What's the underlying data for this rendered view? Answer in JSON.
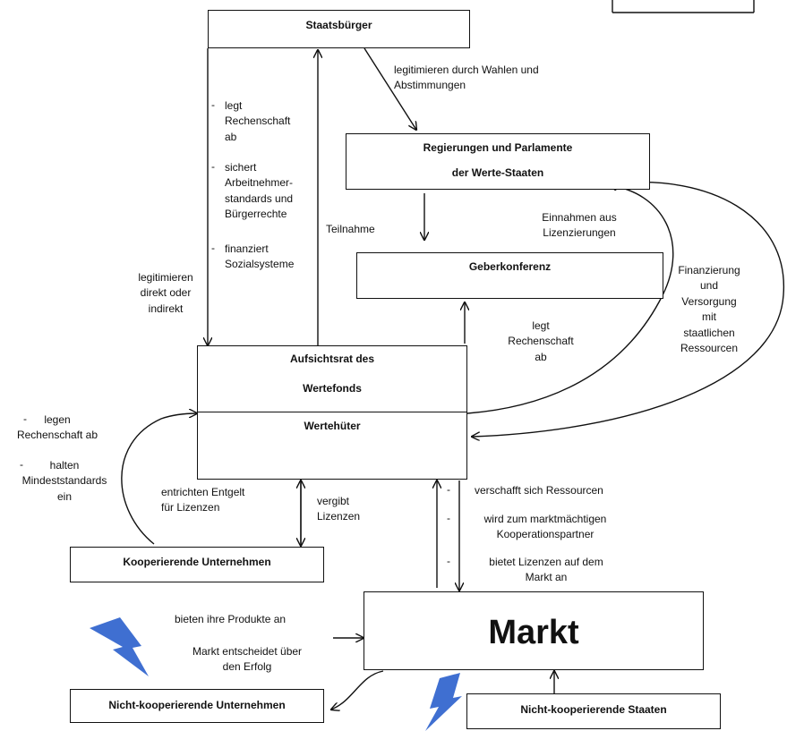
{
  "boxes": {
    "staatsbuerger": "Staatsbürger",
    "regierungen_line1": "Regierungen und Parlamente",
    "regierungen_line2": "der Werte-Staaten",
    "geberkonferenz": "Geberkonferenz",
    "aufsichtsrat_line1": "Aufsichtsrat des",
    "aufsichtsrat_line2": "Wertefonds",
    "wertehueter": "Wertehüter",
    "kooperierende": "Kooperierende Unternehmen",
    "markt": "Markt",
    "nicht_koop_unternehmen": "Nicht-kooperierende Unternehmen",
    "nicht_koop_staaten": "Nicht-kooperierende Staaten"
  },
  "labels": {
    "legitimieren_wahlen": "legitimieren durch Wahlen und\nAbstimmungen",
    "legt_rechenschaft_ab": "legt\nRechenschaft\nab",
    "sichert": "sichert\nArbeitnehmer-\nstandards und\nBürgerrechte",
    "finanziert": "finanziert\nSozialsysteme",
    "legitimieren_direkt": "legitimieren\ndirekt oder\nindirekt",
    "teilnahme": "Teilnahme",
    "einnahmen": "Einnahmen aus\nLizenzierungen",
    "finanzierung": "Finanzierung\nund\nVersorgung\nmit\nstaatlichen\nRessourcen",
    "legt_rechenschaft_geber": "legt\nRechenschaft\nab",
    "legen_rechenschaft": "legen\nRechenschaft ab",
    "halten_standards": "halten\nMindeststandards\nein",
    "entrichten": "entrichten Entgelt\nfür Lizenzen",
    "vergibt": "vergibt\nLizenzen",
    "verschafft": "verschafft sich Ressourcen",
    "marktmaechtig": "wird zum marktmächtigen\nKooperationspartner",
    "bietet_lizenzen": "bietet Lizenzen auf dem\nMarkt an",
    "bieten_produkte": "bieten ihre Produkte an",
    "markt_entscheidet": "Markt entscheidet über\nden Erfolg"
  },
  "bullet": "-",
  "icons": [
    "lightning-bolt-icon",
    "lightning-bolt-icon"
  ],
  "colors": {
    "line": "#111111",
    "lightning": "#3f6fd1"
  }
}
